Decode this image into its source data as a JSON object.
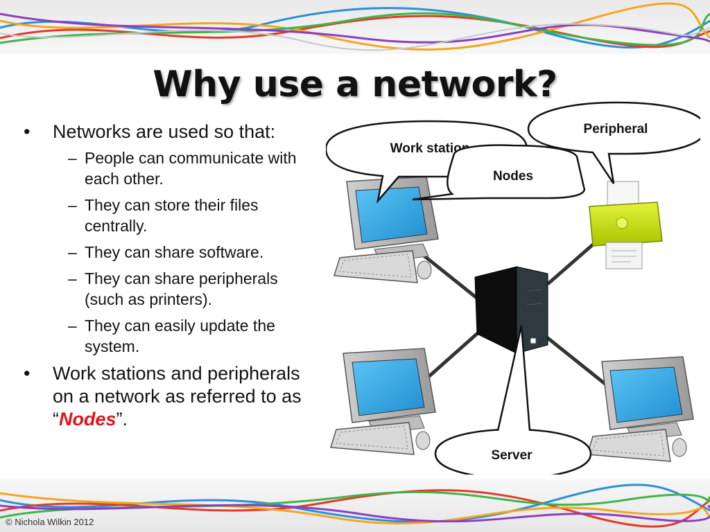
{
  "title": "Why use a network?",
  "bullets": {
    "b1_text": "Networks are used so that:",
    "sub": [
      "People can communicate with each other.",
      "They can store their files centrally.",
      "They can share software.",
      "They can share peripherals (such as printers).",
      "They can easily update the system."
    ],
    "b2_prefix": "Work stations and peripherals on a network as referred to as “",
    "b2_emphasis": "Nodes",
    "b2_suffix": "”."
  },
  "diagram": {
    "callouts": {
      "workstation": "Work station",
      "nodes": "Nodes",
      "peripheral": "Peripheral",
      "server": "Server"
    },
    "nodes": [
      "workstation",
      "workstation",
      "workstation",
      "printer",
      "server"
    ]
  },
  "footer": "© Nichola Wilkin 2012",
  "colors": {
    "nodes_emphasis": "#e0121b",
    "screen": "#35a9e6",
    "printer": "#c8e000",
    "server": "#1a1a1a"
  }
}
